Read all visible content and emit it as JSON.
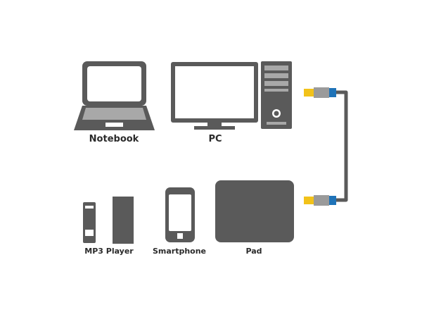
{
  "colors": {
    "device": "#5a5a5a",
    "screen": "#ffffff",
    "light_gray": "#a8a8a8",
    "cable": "#5a5a5a",
    "connector_gray": "#9a9a9a",
    "connector_blue": "#1f73b8",
    "plug_yellow": "#f2c21a",
    "label": "#2a2a2a"
  },
  "devices": {
    "notebook": {
      "label": "Notebook",
      "icon": "laptop-icon"
    },
    "pc": {
      "label": "PC",
      "icon": "desktop-pc-icon"
    },
    "mp3_player": {
      "label": "MP3 Player",
      "icon": "mp3-player-icon"
    },
    "smartphone": {
      "label": "Smartphone",
      "icon": "smartphone-icon"
    },
    "pad": {
      "label": "Pad",
      "icon": "tablet-pad-icon"
    }
  },
  "cable": {
    "icon": "usb-cable-icon"
  }
}
